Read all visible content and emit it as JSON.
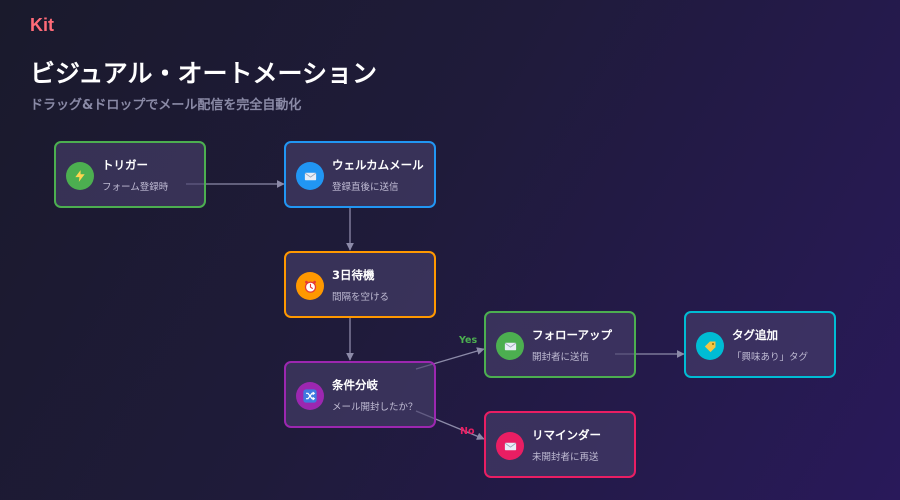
{
  "brand": "Kit",
  "title": "ビジュアル・オートメーション",
  "subtitle": "ドラッグ&ドロップでメール配信を完全自動化",
  "nodes": [
    {
      "title": "トリガー",
      "sub": "フォーム登録時",
      "icon": "lightning-icon",
      "color": "#4caf50"
    },
    {
      "title": "ウェルカムメール",
      "sub": "登録直後に送信",
      "icon": "envelope-icon",
      "color": "#2196f3"
    },
    {
      "title": "3日待機",
      "sub": "間隔を空ける",
      "icon": "alarm-clock-icon",
      "color": "#ff9800"
    },
    {
      "title": "条件分岐",
      "sub": "メール開封したか？",
      "icon": "shuffle-icon",
      "color": "#9c27b0"
    },
    {
      "title": "フォローアップ",
      "sub": "開封者に送信",
      "icon": "envelope-icon",
      "color": "#4caf50"
    },
    {
      "title": "タグ追加",
      "sub": "「興味あり」タグ",
      "icon": "tag-icon",
      "color": "#00bcd4"
    },
    {
      "title": "リマインダー",
      "sub": "未開封者に再送",
      "icon": "envelope-icon",
      "color": "#e91e63"
    }
  ],
  "branches": {
    "yes": {
      "label": "Yes",
      "color": "#4caf50"
    },
    "no": {
      "label": "No",
      "color": "#e91e63"
    }
  },
  "connector_color": "#8c8aa8"
}
